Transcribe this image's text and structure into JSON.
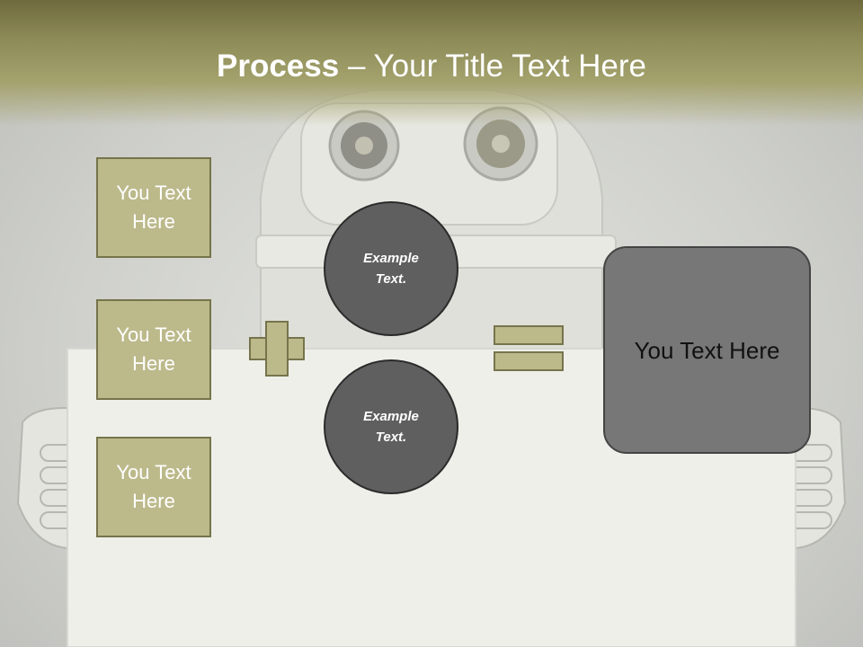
{
  "title": {
    "bold": "Process",
    "rest": " – Your Title Text Here"
  },
  "left_boxes": [
    {
      "label": "You Text Here"
    },
    {
      "label": "You Text Here"
    },
    {
      "label": "You Text Here"
    }
  ],
  "circles": [
    {
      "label": "Example Text."
    },
    {
      "label": "Example Text."
    }
  ],
  "result": {
    "label": "You Text Here"
  },
  "colors": {
    "header": "#8c8a56",
    "box_fill": "#bcb98b",
    "box_border": "#76744c",
    "circle_fill": "#5f5f5f",
    "result_fill": "#777777"
  },
  "icons": {
    "operator_1": "plus-icon",
    "operator_2": "equals-icon"
  }
}
